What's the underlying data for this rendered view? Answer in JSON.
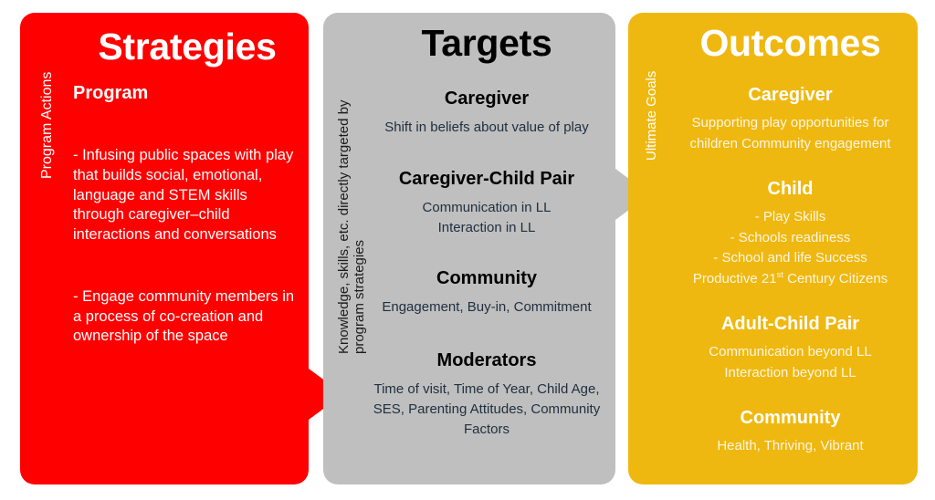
{
  "colors": {
    "strategies_bg": "#FE0000",
    "targets_bg": "#BFBFBF",
    "outcomes_bg": "#EFB810",
    "page_bg": "#FFFFFF",
    "light_text": "#FFFFFF",
    "dark_text": "#000000",
    "targets_body_text": "#203040"
  },
  "strategies": {
    "side_label": "Program Actions",
    "title": "Strategies",
    "subhead": "Program",
    "bullets": [
      "- Infusing public spaces with play that builds social, emotional, language and STEM skills through caregiver–child interactions and conversations",
      "- Engage community members in a process of co-creation and ownership of the space"
    ]
  },
  "targets": {
    "side_label_line1": "Knowledge, skills,  etc. directly targeted by",
    "side_label_line2": "program strategies",
    "title": "Targets",
    "groups": [
      {
        "head": "Caregiver",
        "lines": [
          "Shift in beliefs about value of play"
        ]
      },
      {
        "head": "Caregiver-Child Pair",
        "lines": [
          "Communication in LL",
          "Interaction in LL"
        ]
      },
      {
        "head": "Community",
        "lines": [
          "Engagement, Buy-in, Commitment"
        ]
      },
      {
        "head": "Moderators",
        "lines": [
          "Time of visit, Time of Year, Child Age, SES, Parenting Attitudes, Community Factors"
        ]
      }
    ]
  },
  "outcomes": {
    "side_label": "Ultimate Goals",
    "title": "Outcomes",
    "groups": [
      {
        "head": "Caregiver",
        "lines": [
          "Supporting play opportunities for children Community engagement"
        ]
      },
      {
        "head": "Child",
        "lines": [
          "- Play Skills",
          "- Schools readiness",
          "- School and life Success"
        ],
        "superscript_line": {
          "before": "Productive 21",
          "sup": "st",
          "after": " Century Citizens"
        }
      },
      {
        "head": "Adult-Child Pair",
        "lines": [
          "Communication beyond LL",
          "Interaction beyond LL"
        ]
      },
      {
        "head": "Community",
        "lines": [
          "Health, Thriving, Vibrant"
        ]
      }
    ]
  },
  "arrows": {
    "strategies_to_targets": "red-right-arrow",
    "targets_to_outcomes": "gray-right-arrow"
  }
}
